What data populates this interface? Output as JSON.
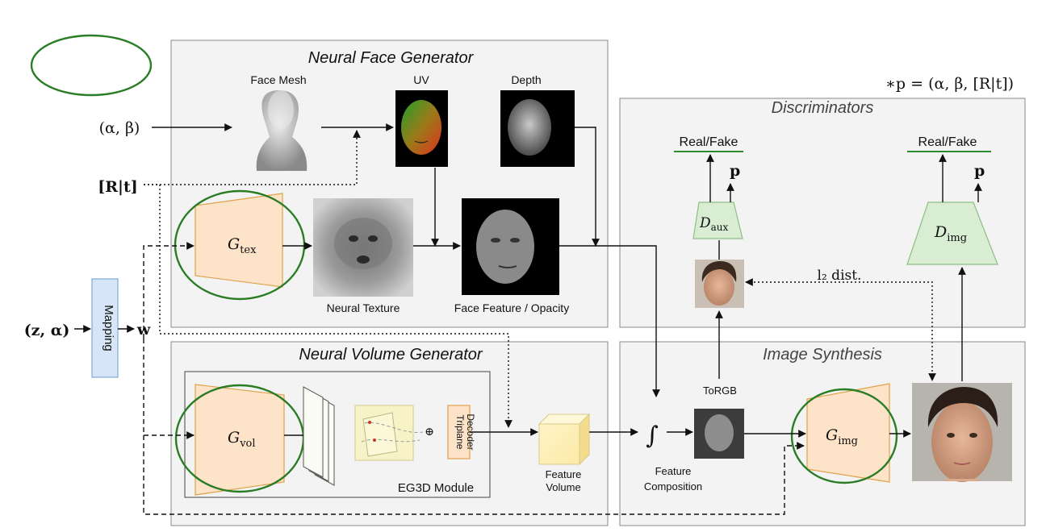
{
  "panels": {
    "face_generator": "Neural Face Generator",
    "volume_generator": "Neural Volume Generator",
    "discriminators": "Discriminators",
    "image_synthesis": "Image Synthesis",
    "eg3d_module": "EG3D Module"
  },
  "labels": {
    "face_mesh": "Face Mesh",
    "uv": "UV",
    "depth": "Depth",
    "neural_texture": "Neural Texture",
    "face_feature": "Face Feature / Opacity",
    "mapping": "Mapping",
    "triplane_decoder_line1": "Triplane",
    "triplane_decoder_line2": "Decoder",
    "feature_volume_line1": "Feature",
    "feature_volume_line2": "Volume",
    "feature_composition_line1": "Feature",
    "feature_composition_line2": "Composition",
    "torgb": "ToRGB",
    "real_fake_aux": "Real/Fake",
    "real_fake_img": "Real/Fake"
  },
  "math": {
    "alpha_beta": "(α, β)",
    "pose": "[R|t]",
    "z_alpha": "(z, α)",
    "w": "w",
    "p_aux": "p",
    "p_img": "p",
    "g_tex_base": "G",
    "g_tex_sub": "tex",
    "g_vol_base": "G",
    "g_vol_sub": "vol",
    "g_img_base": "G",
    "g_img_sub": "img",
    "d_aux_base": "D",
    "d_aux_sub": "aux",
    "d_img_base": "D",
    "d_img_sub": "img",
    "l2_dist": "l₂ dist.",
    "integral": "∫",
    "oplus": "⊕",
    "footnote": "∗p = (α, β, [R|t])"
  },
  "colors": {
    "generator_fill": "#fde3c8",
    "discriminator_fill": "#d8edd2",
    "highlight_ring": "#2b7d25",
    "mapping_fill": "#d6e6f8",
    "panel_fill": "#f3f3f3"
  }
}
